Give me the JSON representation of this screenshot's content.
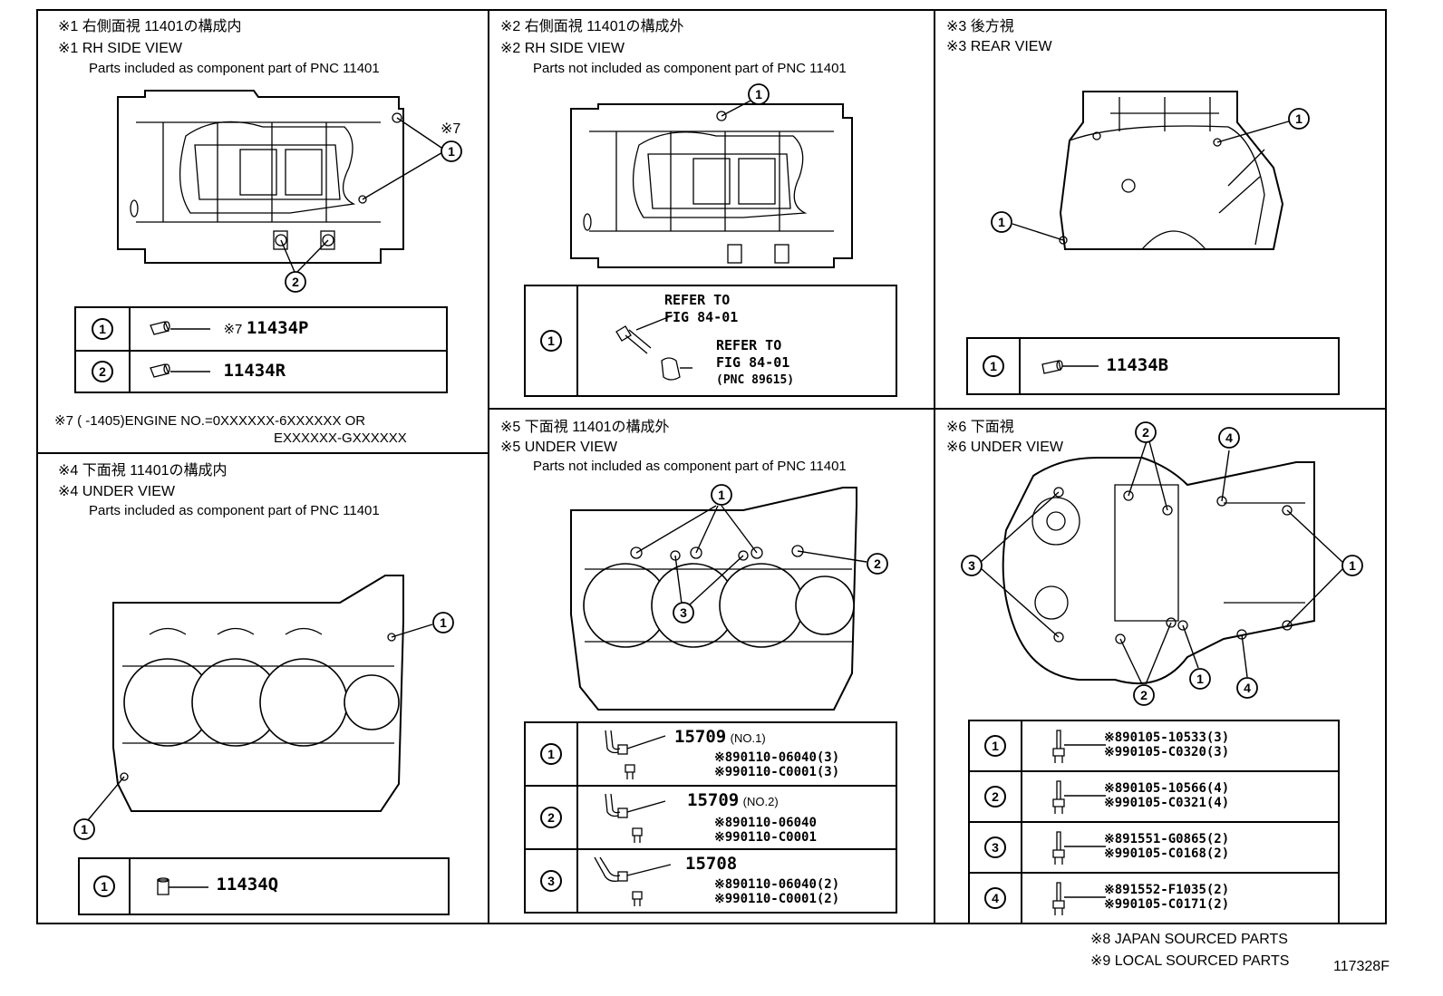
{
  "panels": {
    "p1": {
      "title_jp": "※1 右側面視 11401の構成内",
      "title_en": "※1 RH SIDE VIEW",
      "subtitle": "Parts included as component part of PNC 11401",
      "mark7": "※7",
      "rows": [
        {
          "num": "1",
          "ref": "※7",
          "part": "11434P"
        },
        {
          "num": "2",
          "ref": "",
          "part": "11434R"
        }
      ],
      "note_line1": "※7 (      -1405)ENGINE NO.=0XXXXXX-6XXXXXX OR",
      "note_line2": "EXXXXXX-GXXXXXX"
    },
    "p2": {
      "title_jp": "※2 右側面視 11401の構成外",
      "title_en": "※2 RH SIDE VIEW",
      "subtitle": "Parts not included as component part of PNC 11401",
      "row_num": "1",
      "refer1_a": "REFER TO",
      "refer1_b": "FIG 84-01",
      "refer2_a": "REFER TO",
      "refer2_b": "FIG 84-01",
      "refer2_c": "(PNC 89615)"
    },
    "p3": {
      "title_jp": "※3 後方視",
      "title_en": "※3 REAR VIEW",
      "rows": [
        {
          "num": "1",
          "part": "11434B"
        }
      ]
    },
    "p4": {
      "title_jp": "※4 下面視 11401の構成内",
      "title_en": "※4 UNDER VIEW",
      "subtitle": "Parts included as component part of PNC 11401",
      "rows": [
        {
          "num": "1",
          "part": "11434Q"
        }
      ]
    },
    "p5": {
      "title_jp": "※5 下面視 11401の構成外",
      "title_en": "※5 UNDER VIEW",
      "subtitle": "Parts not included as component part of PNC 11401",
      "rows": [
        {
          "num": "1",
          "part": "15709",
          "qual": "(NO.1)",
          "code1": "※890110-06040(3)",
          "code2": "※990110-C0001(3)"
        },
        {
          "num": "2",
          "part": "15709",
          "qual": "(NO.2)",
          "code1": "※890110-06040",
          "code2": "※990110-C0001"
        },
        {
          "num": "3",
          "part": "15708",
          "qual": "",
          "code1": "※890110-06040(2)",
          "code2": "※990110-C0001(2)"
        }
      ]
    },
    "p6": {
      "title_jp": "※6 下面視",
      "title_en": "※6 UNDER VIEW",
      "rows": [
        {
          "num": "1",
          "code1": "※890105-10533(3)",
          "code2": "※990105-C0320(3)"
        },
        {
          "num": "2",
          "code1": "※890105-10566(4)",
          "code2": "※990105-C0321(4)"
        },
        {
          "num": "3",
          "code1": "※891551-G0865(2)",
          "code2": "※990105-C0168(2)"
        },
        {
          "num": "4",
          "code1": "※891552-F1035(2)",
          "code2": "※990105-C0171(2)"
        }
      ]
    }
  },
  "footer": {
    "japan": "※8 JAPAN SOURCED PARTS",
    "local": "※9 LOCAL SOURCED PARTS",
    "fig_id": "117328F"
  }
}
